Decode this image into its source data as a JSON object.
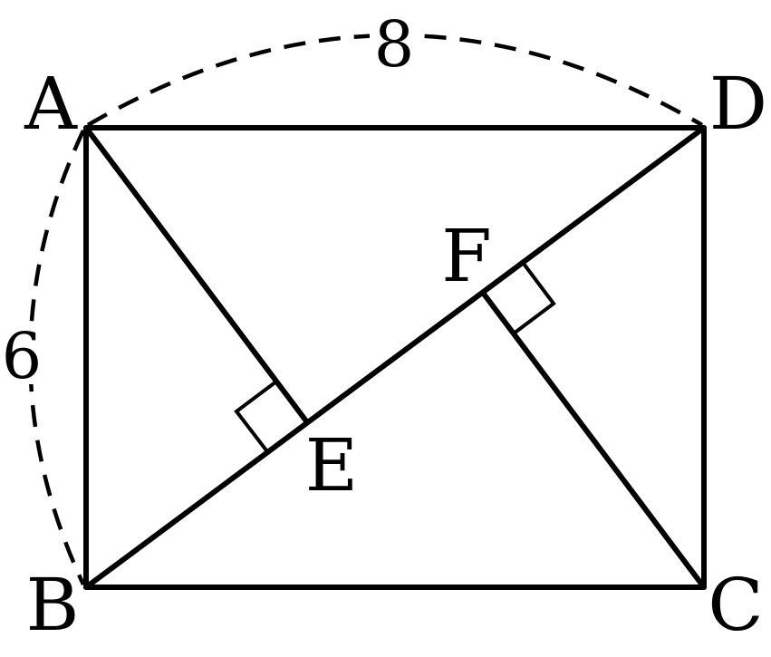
{
  "points": {
    "A": "A",
    "B": "B",
    "C": "C",
    "D": "D",
    "E": "E",
    "F": "F"
  },
  "lengths": {
    "AD": "8",
    "AB": "6"
  },
  "colors": {
    "ink": "#000000",
    "background": "#ffffff"
  }
}
